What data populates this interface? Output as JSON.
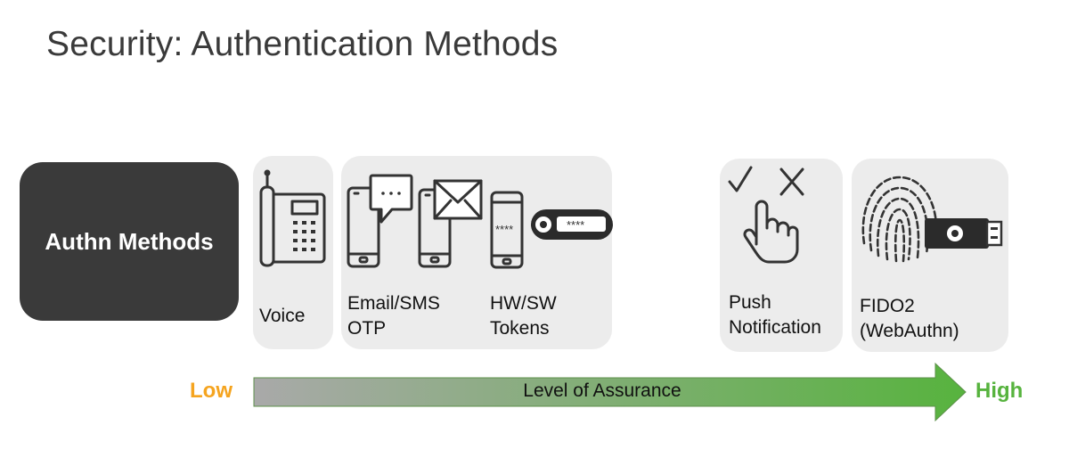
{
  "title": "Security: Authentication Methods",
  "category_box": {
    "label": "Authn Methods"
  },
  "methods": [
    {
      "label": "Voice",
      "icon": "desk-phone-icon"
    },
    {
      "label": "Email/SMS\nOTP",
      "icon": "mobile-message-icon"
    },
    {
      "label": "HW/SW\nTokens",
      "icon": "token-icon"
    },
    {
      "label": "Push\nNotification",
      "icon": "tap-approve-icon"
    },
    {
      "label": "FIDO2\n(WebAuthn)",
      "icon": "fingerprint-key-icon"
    }
  ],
  "token_masks": {
    "phone": "****",
    "key": "****"
  },
  "assurance_arrow": {
    "label": "Level of Assurance",
    "low_label": "Low",
    "high_label": "High",
    "gradient_start_color": "#a9a9a9",
    "gradient_end_color": "#57b33e",
    "low_color": "#f5a41f",
    "high_color": "#57b33e"
  }
}
